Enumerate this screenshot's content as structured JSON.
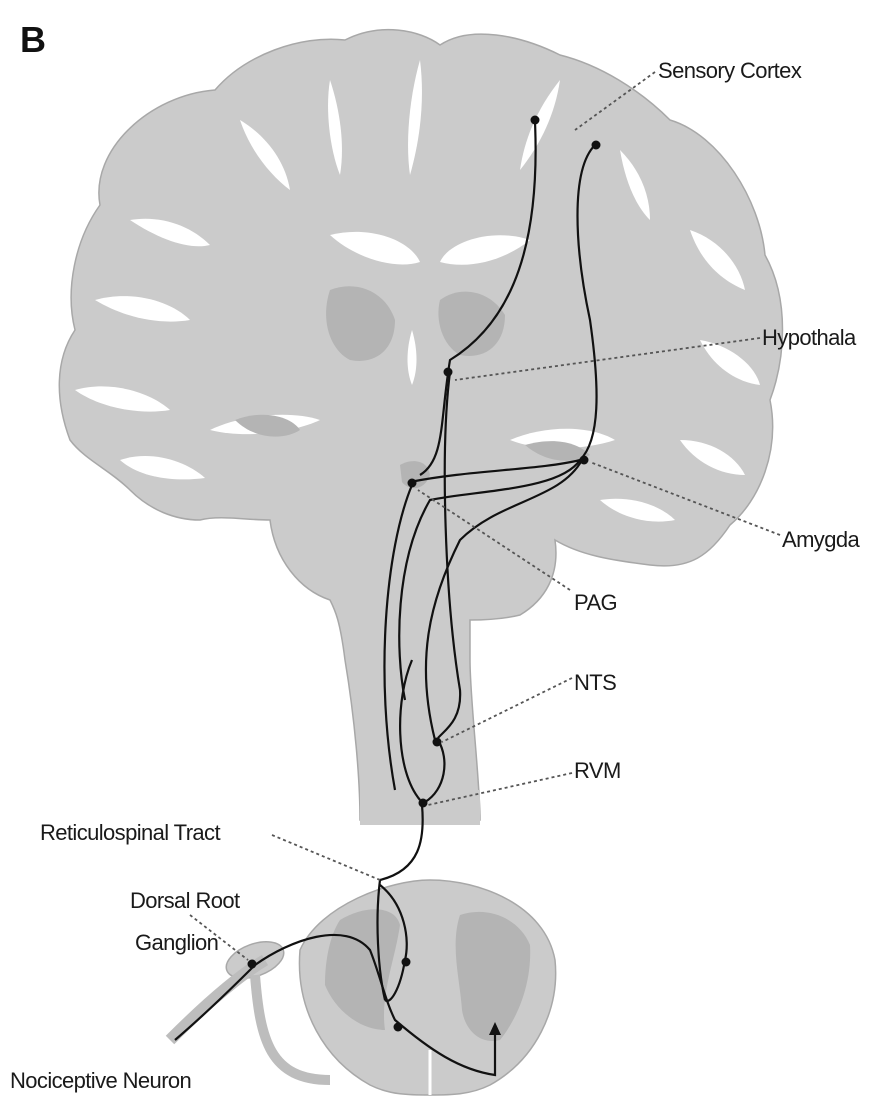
{
  "panel_letter": "B",
  "labels": {
    "sensory_cortex": "Sensory Cortex",
    "hypothalamus": "Hypothala",
    "amygdala": "Amygda",
    "pag": "PAG",
    "nts": "NTS",
    "rvm": "RVM",
    "reticulospinal_tract": "Reticulospinal Tract",
    "dorsal_root_line1": "Dorsal Root",
    "dorsal_root_line2": "Ganglion",
    "nociceptive_neuron": "Nociceptive Neuron"
  },
  "colors": {
    "tissue": "#cbcbcb",
    "tissue_dark": "#b4b4b4",
    "pathway": "#111111",
    "leader": "#555555"
  }
}
